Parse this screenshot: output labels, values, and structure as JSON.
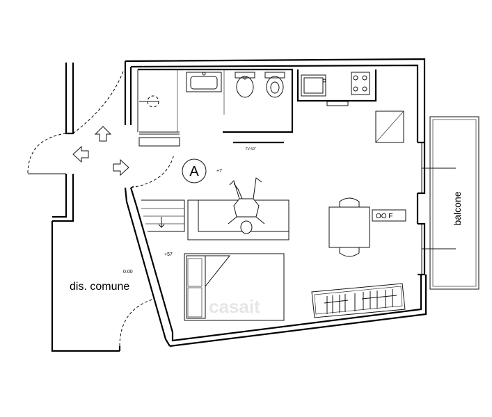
{
  "labels": {
    "room_letter": "A",
    "level_room": "+7",
    "level_bed": "+57",
    "level_common": "0.00",
    "common_area": "dis. comune",
    "tv": "TV 50\"",
    "balcony": "balcone",
    "fridge_letters": "OO F",
    "watermark": "casait"
  },
  "colors": {
    "line": "#000000",
    "watermark": "#e6e6e6",
    "background": "#ffffff"
  },
  "icons": [
    "arrow-up-icon",
    "arrow-left-icon",
    "arrow-right-icon",
    "person-icon",
    "sink-icon",
    "hob-icon",
    "bidet-icon",
    "toilet-icon",
    "shower-icon"
  ]
}
